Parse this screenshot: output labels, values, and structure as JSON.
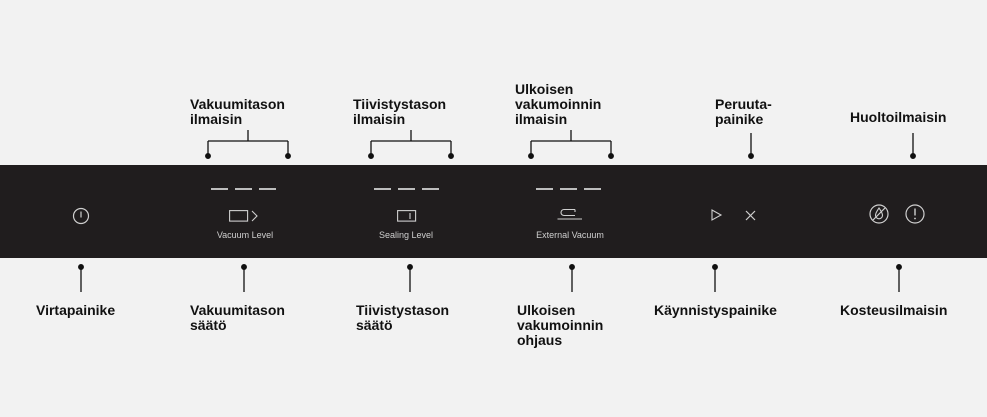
{
  "colors": {
    "background": "#f2f2f2",
    "panel": "#201d1e",
    "panel_text": "#cfcfcf",
    "callout_text": "#111111",
    "lines": "#111111"
  },
  "panel": {
    "vacuum_level_label": "Vacuum Level",
    "sealing_level_label": "Sealing Level",
    "external_vacuum_label": "External Vacuum",
    "icons": [
      "power-icon",
      "vacuum-level-icon",
      "sealing-level-icon",
      "external-vacuum-icon",
      "play-icon",
      "cancel-icon",
      "moisture-icon",
      "service-alert-icon"
    ]
  },
  "callouts": {
    "top": {
      "vacuum_indicator": "Vakuumitason\nilmaisin",
      "sealing_indicator": "Tiivistystason\nilmaisin",
      "external_indicator": "Ulkoisen\nvakumoinnin\nilmaisin",
      "cancel_button": "Peruuta-\npainike",
      "service_indicator": "Huoltoilmaisin"
    },
    "bottom": {
      "power_button": "Virtapainike",
      "vacuum_control": "Vakuumitason\nsäätö",
      "sealing_control": "Tiivistystason\nsäätö",
      "external_control": "Ulkoisen\nvakumoinnin\nohjaus",
      "start_button": "Käynnistyspainike",
      "moisture_indicator": "Kosteusilmaisin"
    }
  }
}
